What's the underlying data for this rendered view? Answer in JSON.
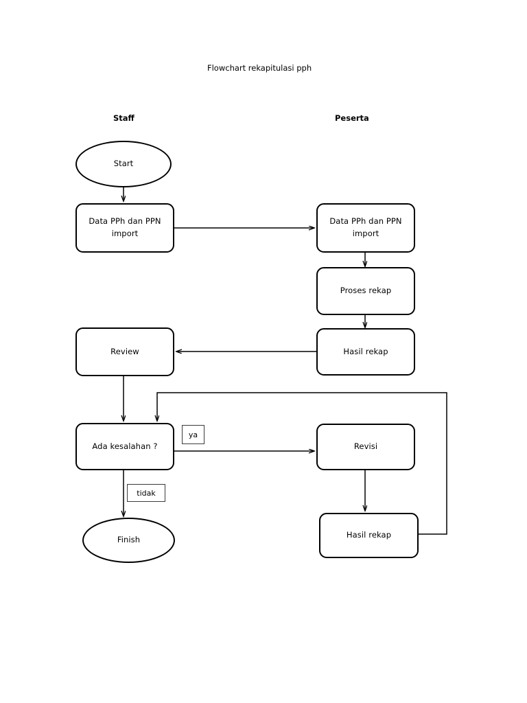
{
  "document": {
    "title": "Flowchart rekapitulasi pph"
  },
  "columns": [
    {
      "id": "staff",
      "label": "Staff"
    },
    {
      "id": "peserta",
      "label": "Peserta"
    }
  ],
  "nodes": [
    {
      "id": "start",
      "column": "staff",
      "shape": "terminator",
      "text": "Start"
    },
    {
      "id": "data-staff",
      "column": "staff",
      "shape": "process",
      "line1": "Data PPh dan PPN",
      "line2": "import"
    },
    {
      "id": "data-peserta",
      "column": "peserta",
      "shape": "process",
      "line1": "Data PPh dan PPN",
      "line2": "import"
    },
    {
      "id": "proses-rekap",
      "column": "peserta",
      "shape": "process",
      "text": "Proses rekap"
    },
    {
      "id": "hasil-rekap-1",
      "column": "peserta",
      "shape": "process",
      "text": "Hasil rekap"
    },
    {
      "id": "review",
      "column": "staff",
      "shape": "process",
      "text": "Review"
    },
    {
      "id": "ada-kesalahan",
      "column": "staff",
      "shape": "process",
      "text": "Ada kesalahan ?"
    },
    {
      "id": "revisi",
      "column": "peserta",
      "shape": "process",
      "text": "Revisi"
    },
    {
      "id": "hasil-rekap-2",
      "column": "peserta",
      "shape": "process",
      "text": "Hasil rekap"
    },
    {
      "id": "finish",
      "column": "staff",
      "shape": "terminator",
      "text": "Finish"
    }
  ],
  "edge_labels": [
    {
      "id": "ya",
      "text": "ya"
    },
    {
      "id": "tidak",
      "text": "tidak"
    }
  ],
  "edges": [
    {
      "from": "start",
      "to": "data-staff",
      "label": ""
    },
    {
      "from": "data-staff",
      "to": "data-peserta",
      "label": ""
    },
    {
      "from": "data-peserta",
      "to": "proses-rekap",
      "label": ""
    },
    {
      "from": "proses-rekap",
      "to": "hasil-rekap-1",
      "label": ""
    },
    {
      "from": "hasil-rekap-1",
      "to": "review",
      "label": ""
    },
    {
      "from": "review",
      "to": "ada-kesalahan",
      "label": ""
    },
    {
      "from": "ada-kesalahan",
      "to": "revisi",
      "label": "ya"
    },
    {
      "from": "ada-kesalahan",
      "to": "finish",
      "label": "tidak"
    },
    {
      "from": "revisi",
      "to": "hasil-rekap-2",
      "label": ""
    },
    {
      "from": "hasil-rekap-2",
      "to": "ada-kesalahan",
      "label": ""
    }
  ],
  "colors": {
    "background": "#ffffff",
    "stroke": "#000000",
    "text": "#000000",
    "label_border": "#3a3a3a"
  }
}
